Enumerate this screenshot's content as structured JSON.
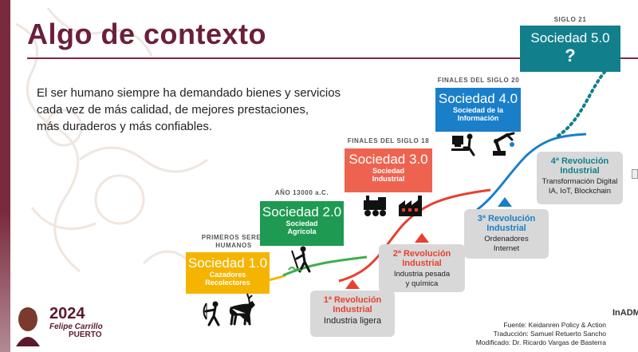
{
  "colors": {
    "maroon": "#6b1f3a",
    "soc1": "#f5b400",
    "soc2": "#1e9a52",
    "soc3": "#ee6350",
    "soc4": "#1a7fc9",
    "soc5": "#11808c",
    "rev_box": "#d8d8d8",
    "curve_yellow": "#f5b400",
    "curve_green": "#3fae4a",
    "curve_red": "#e8402e",
    "curve_blue": "#1a7fc9",
    "curve_teal": "#11808c"
  },
  "slide": {
    "title": "Algo de contexto",
    "intro": [
      "El ser humano siempre ha demandado bienes y servicios",
      "cada vez de más calidad, de mejores prestaciones,",
      "más duraderos y más confiables."
    ]
  },
  "societies": [
    {
      "era": "PRIMEROS SERES HUMANOS",
      "name": "Sociedad 1.0",
      "sub": "Cazadores Recolectores"
    },
    {
      "era": "AÑO 13000 a.C.",
      "name": "Sociedad 2.0",
      "sub": "Sociedad Agrícola"
    },
    {
      "era": "FINALES DEL SIGLO 18",
      "name": "Sociedad 3.0",
      "sub": "Sociedad Industrial"
    },
    {
      "era": "FINALES DEL SIGLO 20",
      "name": "Sociedad 4.0",
      "sub": "Sociedad de la Información"
    },
    {
      "era": "SIGLO 21",
      "name": "Sociedad 5.0",
      "sub": "?"
    }
  ],
  "revolutions": [
    {
      "title": "1ª Revolución Industrial",
      "desc": "Industria ligera",
      "color": "#e8402e"
    },
    {
      "title": "2ª Revolución Industrial",
      "desc": "Industria pesada y química",
      "color": "#e8402e"
    },
    {
      "title": "3ª Revolución Industrial",
      "desc": "Ordenadores Internet",
      "color": "#1a7fc9"
    },
    {
      "title": "4ª Revolución Industrial",
      "desc": "Transformación Digital IA, IoT, Blockchain",
      "color": "#11808c"
    }
  ],
  "source": {
    "line1": "Fuente: Keidanren Policy & Action",
    "line2": "Traducción: Samuel Retuerto Sancho",
    "line3": "Modificado: Dr. Ricardo Vargas de Basterra"
  },
  "logo": {
    "year": "2024",
    "name1": "Felipe Carrillo",
    "name2": "PUERTO"
  },
  "partner_label": "InADM"
}
